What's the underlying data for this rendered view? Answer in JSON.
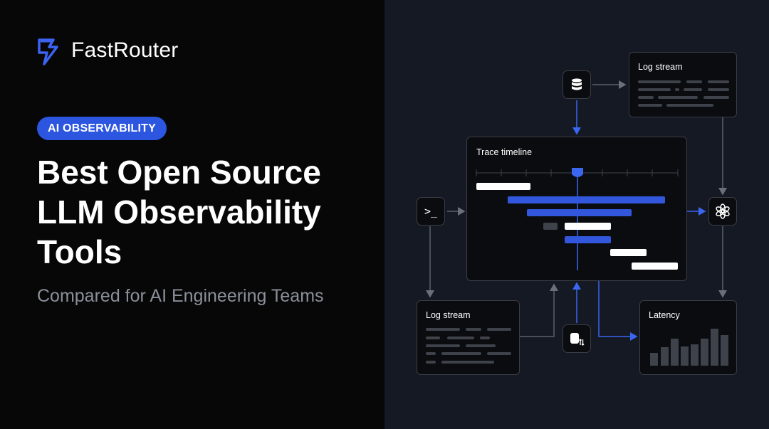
{
  "brand": {
    "name": "FastRouter",
    "logo_icon": "lightning-bolt-icon",
    "accent": "#2c56e0"
  },
  "badge": {
    "label": "AI OBSERVABILITY"
  },
  "headline": {
    "title": "Best Open Source LLM Observability Tools"
  },
  "subtitle": {
    "text": "Compared for AI Engineering Teams"
  },
  "diagram": {
    "trace_card": {
      "title": "Trace timeline"
    },
    "log_stream_top": {
      "title": "Log stream"
    },
    "log_stream_bottom": {
      "title": "Log stream"
    },
    "latency_card": {
      "title": "Latency"
    },
    "terminal_node": {
      "label": ">_",
      "icon": "terminal-icon"
    },
    "database_node": {
      "icon": "database-icon"
    },
    "openai_node": {
      "icon": "openai-icon"
    },
    "storage_node": {
      "icon": "storage-sync-icon"
    }
  }
}
